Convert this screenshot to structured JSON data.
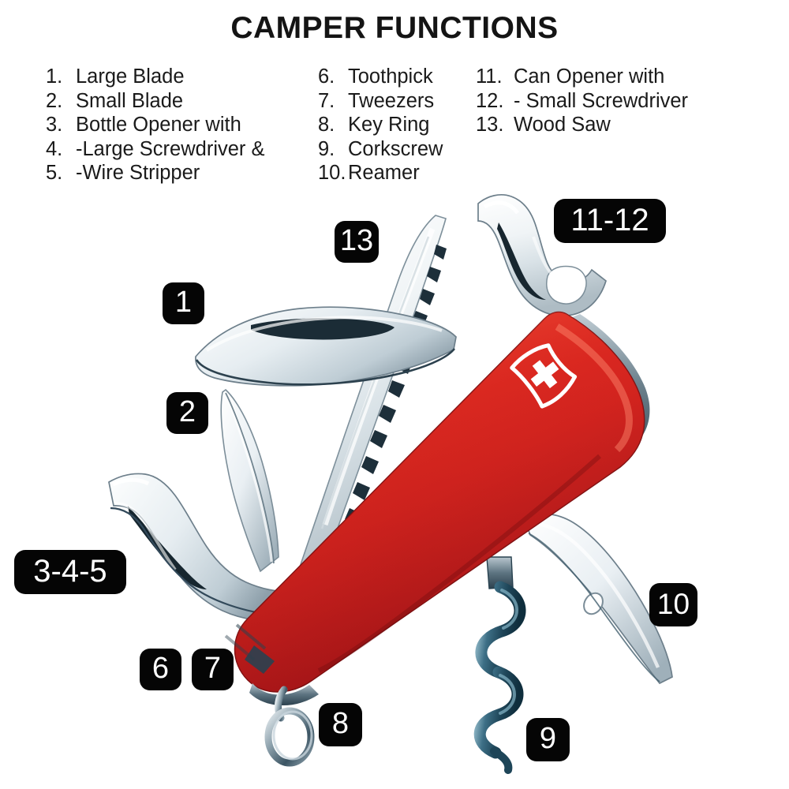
{
  "header": {
    "title": "CAMPER FUNCTIONS"
  },
  "legend": {
    "columns": [
      {
        "items": [
          {
            "num": "1.",
            "label": "Large Blade"
          },
          {
            "num": "2.",
            "label": "Small Blade"
          },
          {
            "num": "3.",
            "label": "Bottle Opener with"
          },
          {
            "num": "4.",
            "label": "-Large Screwdriver &"
          },
          {
            "num": "5.",
            "label": "-Wire Stripper"
          }
        ]
      },
      {
        "items": [
          {
            "num": "6.",
            "label": "Toothpick"
          },
          {
            "num": "7.",
            "label": "Tweezers"
          },
          {
            "num": "8.",
            "label": "Key Ring"
          },
          {
            "num": "9.",
            "label": "Corkscrew"
          },
          {
            "num": "10.",
            "label": "Reamer"
          }
        ]
      },
      {
        "items": [
          {
            "num": "11.",
            "label": "Can Opener with"
          },
          {
            "num": "12.",
            "label": "- Small Screwdriver"
          },
          {
            "num": "13.",
            "label": "Wood Saw"
          }
        ]
      }
    ]
  },
  "callouts": [
    {
      "id": "badge-1",
      "text": "1",
      "refers_to": "Large Blade"
    },
    {
      "id": "badge-2",
      "text": "2",
      "refers_to": "Small Blade"
    },
    {
      "id": "badge-13",
      "text": "13",
      "refers_to": "Wood Saw"
    },
    {
      "id": "badge-1112",
      "text": "11-12",
      "refers_to": "Can Opener with Small Screwdriver"
    },
    {
      "id": "badge-345",
      "text": "3-4-5",
      "refers_to": "Bottle Opener, Large Screwdriver, Wire Stripper"
    },
    {
      "id": "badge-6",
      "text": "6",
      "refers_to": "Toothpick"
    },
    {
      "id": "badge-7",
      "text": "7",
      "refers_to": "Tweezers"
    },
    {
      "id": "badge-8",
      "text": "8",
      "refers_to": "Key Ring"
    },
    {
      "id": "badge-9",
      "text": "9",
      "refers_to": "Corkscrew"
    },
    {
      "id": "badge-10",
      "text": "10",
      "refers_to": "Reamer"
    }
  ],
  "colors": {
    "background": "#ffffff",
    "text": "#1a1a1a",
    "badge_bg": "#050505",
    "badge_text": "#ffffff",
    "handle_red": "#D5201F",
    "handle_red_dark": "#97140f",
    "handle_red_light": "#ef4a3c",
    "steel_light": "#f2f5f7",
    "steel_mid": "#c6d0d6",
    "steel_dark": "#5f7480",
    "steel_edge": "#31485a",
    "corkscrew": "#2d5b70"
  }
}
